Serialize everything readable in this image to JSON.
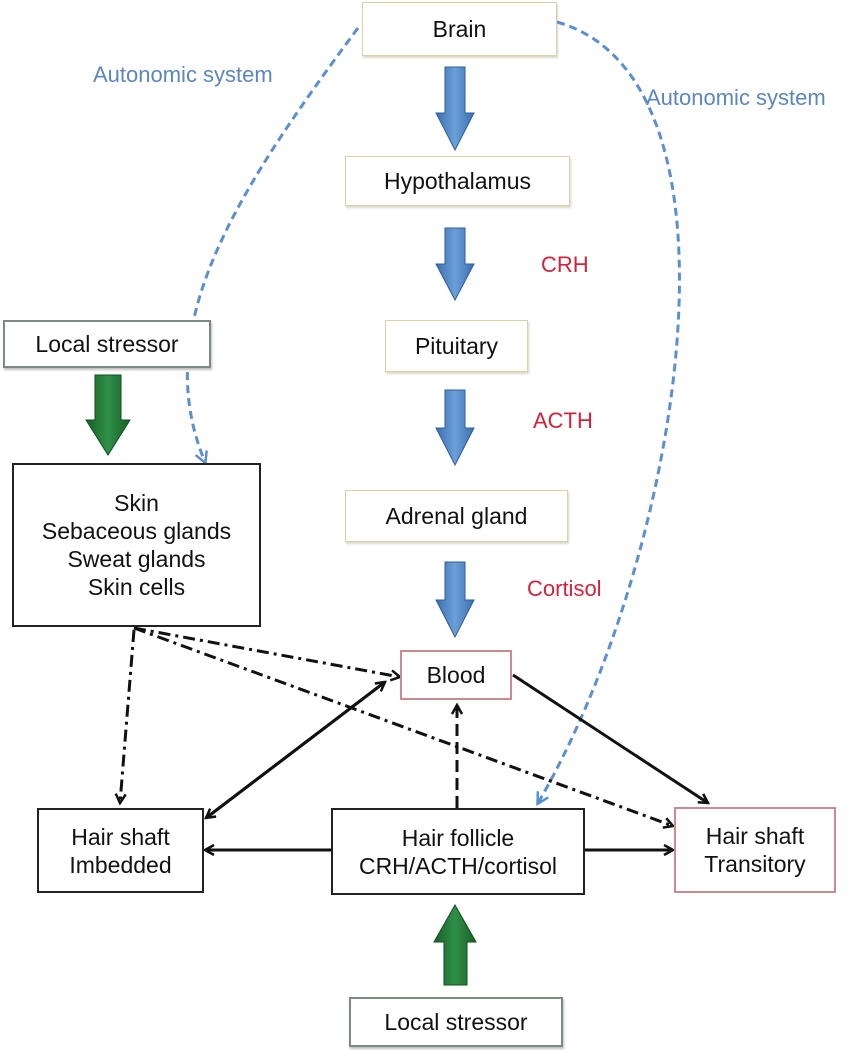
{
  "nodes": {
    "brain": "Brain",
    "hypothalamus": "Hypothalamus",
    "pituitary": "Pituitary",
    "adrenal": "Adrenal gland",
    "blood": "Blood",
    "local_stressor_top": "Local stressor",
    "skin": [
      "Skin",
      "Sebaceous glands",
      "Sweat glands",
      "Skin cells"
    ],
    "hair_shaft_imbedded": [
      "Hair shaft",
      "Imbedded"
    ],
    "hair_follicle": [
      "Hair follicle",
      "CRH/ACTH/cortisol"
    ],
    "hair_shaft_transitory": [
      "Hair shaft",
      "Transitory"
    ],
    "local_stressor_bottom": "Local stressor"
  },
  "labels": {
    "autonomic_left": "Autonomic system",
    "autonomic_right": "Autonomic system",
    "crh": "CRH",
    "acth": "ACTH",
    "cortisol": "Cortisol"
  },
  "colors": {
    "blue_arrow": "#4a7fc0",
    "green_arrow": "#1f7a35",
    "dashed_blue": "#5b8fcf",
    "label_blue": "#5b86bf",
    "label_red": "#d2233c"
  }
}
